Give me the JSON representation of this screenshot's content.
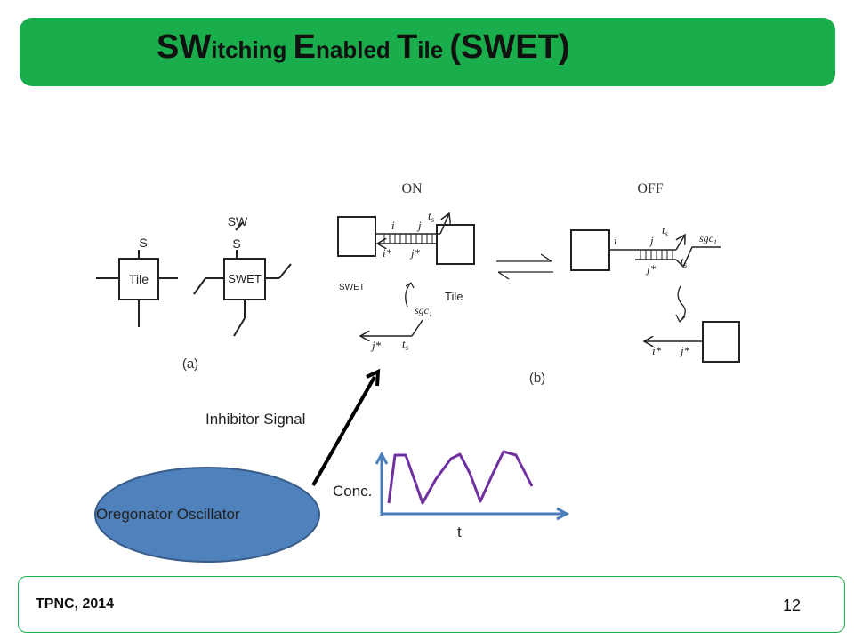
{
  "slide": {
    "title": {
      "p1_big": "SW",
      "p1_small": "itching ",
      "p2_big": "E",
      "p2_small": "nabled ",
      "p3_big": "T",
      "p3_small": "ile ",
      "p4_big": "(SWET)"
    },
    "panel_a": {
      "tile_label": "Tile",
      "tile_top_label": "S",
      "swet_label": "SWET",
      "swet_top_sw": "SW",
      "swet_top_s": "S",
      "caption": "(a)"
    },
    "panel_b": {
      "on_label": "ON",
      "off_label": "OFF",
      "swet_label": "SWET",
      "tile_label": "Tile",
      "strand_i": "i",
      "strand_j": "j",
      "strand_ts": "t",
      "strand_ts_sub": "s",
      "strand_istar": "i*",
      "strand_jstar": "j*",
      "strand_tsstar": "t",
      "sgc": "sgc",
      "sgc_sub": "1",
      "caption": "(b)"
    },
    "inhibitor_label": "Inhibitor Signal",
    "oscillator_label": "Oregonator Oscillator",
    "graph": {
      "y_label": "Conc.",
      "x_label": "t"
    },
    "colors": {
      "title_bar": "#19ad4b",
      "ellipse_fill": "#4f81bd",
      "ellipse_stroke": "#385d8a",
      "axis": "#4a7ebb",
      "wave": "#7030a0"
    },
    "footer": {
      "conference": "TPNC, 2014",
      "page_number": "12"
    }
  }
}
